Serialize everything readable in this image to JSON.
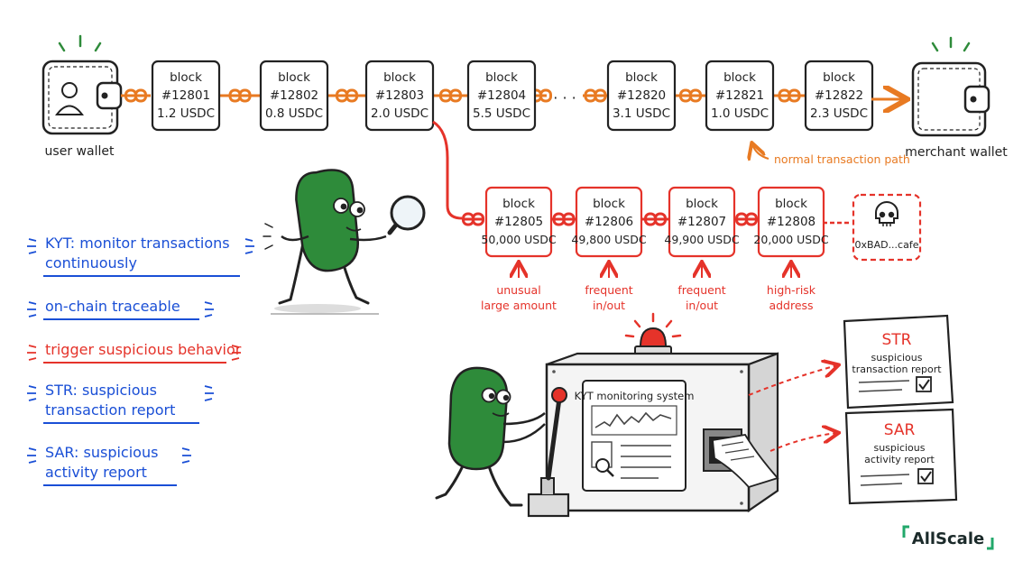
{
  "wallets": {
    "user": "user wallet",
    "merchant": "merchant wallet"
  },
  "normal_chain": [
    {
      "title": "block",
      "id": "#12801",
      "amount": "1.2 USDC"
    },
    {
      "title": "block",
      "id": "#12802",
      "amount": "0.8 USDC"
    },
    {
      "title": "block",
      "id": "#12803",
      "amount": "2.0 USDC"
    },
    {
      "title": "block",
      "id": "#12804",
      "amount": "5.5 USDC"
    },
    {
      "title": "block",
      "id": "#12820",
      "amount": "3.1 USDC"
    },
    {
      "title": "block",
      "id": "#12821",
      "amount": "1.0 USDC"
    },
    {
      "title": "block",
      "id": "#12822",
      "amount": "2.3 USDC"
    }
  ],
  "ellipsis": "· · ·",
  "normal_path_label": "normal transaction path",
  "suspicious_chain": [
    {
      "title": "block",
      "id": "#12805",
      "amount": "50,000 USDC",
      "note1": "unusual",
      "note2": "large amount"
    },
    {
      "title": "block",
      "id": "#12806",
      "amount": "49,800 USDC",
      "note1": "frequent",
      "note2": "in/out"
    },
    {
      "title": "block",
      "id": "#12807",
      "amount": "49,900 USDC",
      "note1": "frequent",
      "note2": "in/out"
    },
    {
      "title": "block",
      "id": "#12808",
      "amount": "20,000 USDC",
      "note1": "high-risk",
      "note2": "address"
    }
  ],
  "bad_address": "0xBAD...cafe",
  "legend": [
    {
      "lines": [
        "KYT: monitor transactions",
        "continuously"
      ],
      "color": "#1a4fd6"
    },
    {
      "lines": [
        "on-chain traceable"
      ],
      "color": "#1a4fd6"
    },
    {
      "lines": [
        "trigger suspicious behavior"
      ],
      "color": "#e5332a"
    },
    {
      "lines": [
        "STR: suspicious",
        "transaction report"
      ],
      "color": "#1a4fd6"
    },
    {
      "lines": [
        "SAR: suspicious",
        "activity report"
      ],
      "color": "#1a4fd6"
    }
  ],
  "machine_label": "KYT monitoring system",
  "reports": {
    "str": {
      "code": "STR",
      "line1": "suspicious",
      "line2": "transaction report"
    },
    "sar": {
      "code": "SAR",
      "line1": "suspicious",
      "line2": "activity report"
    }
  },
  "brand": "AllScale",
  "colors": {
    "orange": "#e87a22",
    "red": "#e5332a",
    "blue": "#1a4fd6",
    "green": "#2e8b3a",
    "brand_green": "#22a86b"
  }
}
